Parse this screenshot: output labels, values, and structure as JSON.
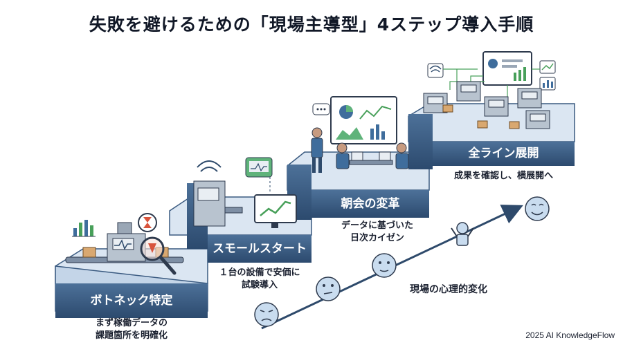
{
  "title": "失敗を避けるための「現場主導型」4ステップ導入手順",
  "steps": [
    {
      "label": "ボトネック特定",
      "desc_line1": "まず稼働データの",
      "desc_line2": "課題箇所を明確化"
    },
    {
      "label": "スモールスタート",
      "desc_line1": "１台の設備で安価に",
      "desc_line2": "試験導入"
    },
    {
      "label": "朝会の変革",
      "desc_line1": "データに基づいた",
      "desc_line2": "日次カイゼン"
    },
    {
      "label": "全ライン展開",
      "desc_line1": "成果を確認し、横展開へ",
      "desc_line2": ""
    }
  ],
  "psychology_label": "現場の心理的変化",
  "credit": "2025 AI KnowledgeFlow",
  "colors": {
    "step_dark": "#2e4a6b",
    "step_top": "#dbe6f2",
    "step_side": "#3f638d",
    "arrow": "#2e4a6b",
    "face": "#c9dcef"
  }
}
